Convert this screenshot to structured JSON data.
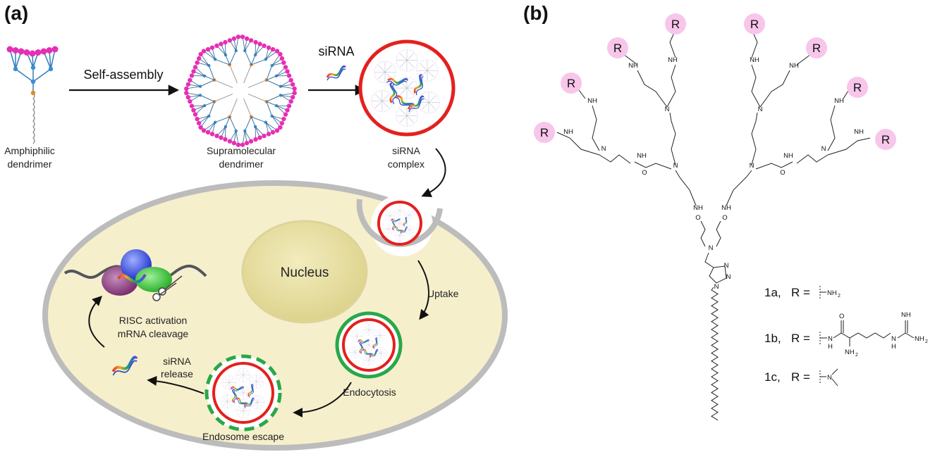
{
  "panel_a": {
    "label": "(a)",
    "amphiphilic_label": [
      "Amphiphilic",
      "dendrimer"
    ],
    "self_assembly_label": "Self-assembly",
    "supramolecular_label": [
      "Supramolecular",
      "dendrimer"
    ],
    "sirna_label": "siRNA",
    "complex_label": [
      "siRNA",
      "complex"
    ],
    "nucleus_label": "Nucleus",
    "uptake_label": "Uptake",
    "endocytosis_label": "Endocytosis",
    "endosome_escape_label": "Endosome escape",
    "sirna_release_label": [
      "siRNA",
      "release"
    ],
    "risc_label": [
      "RISC activation",
      "mRNA cleavage"
    ]
  },
  "panel_b": {
    "label": "(b)",
    "r_group": "R",
    "nh_label": "NH",
    "o_label": "O",
    "n_label": "N",
    "h_label": "H",
    "variants": [
      {
        "id": "1a,",
        "r": "R =",
        "group": "NH",
        "sub": "2"
      },
      {
        "id": "1b,",
        "r": "R =",
        "group_o": "O",
        "group_nh": "N",
        "group_h": "H",
        "nh2": "NH",
        "nh2_sub": "2",
        "guan_nh": "NH",
        "guan_n": "N",
        "guan_h": "H",
        "guan_nh2": "NH",
        "guan_nh2_sub": "2"
      },
      {
        "id": "1c,",
        "r": "R =",
        "group": "N"
      }
    ]
  },
  "colors": {
    "magenta_end": "#e62fb4",
    "blue_node": "#3a8fd0",
    "orange_core": "#e08a2a",
    "cell_fill": "#f6efcc",
    "cell_border": "#bcbcbc",
    "nucleus_fill": "#ece4a6",
    "red_ring": "#e4201f",
    "green_ring": "#28a84a",
    "r_circle": "#f7c6ea"
  }
}
